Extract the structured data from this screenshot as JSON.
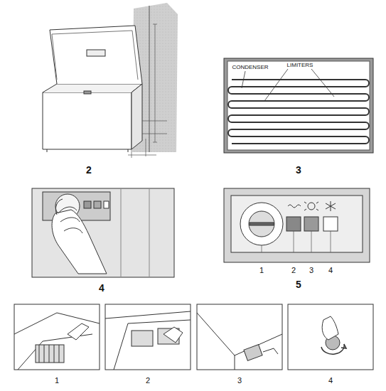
{
  "diagram": {
    "labels": [
      "2",
      "CONDENSER",
      "LIMITERS",
      "3",
      "4",
      "1",
      "2",
      "3",
      "4",
      "5",
      "1",
      "2",
      "3",
      "4"
    ]
  }
}
